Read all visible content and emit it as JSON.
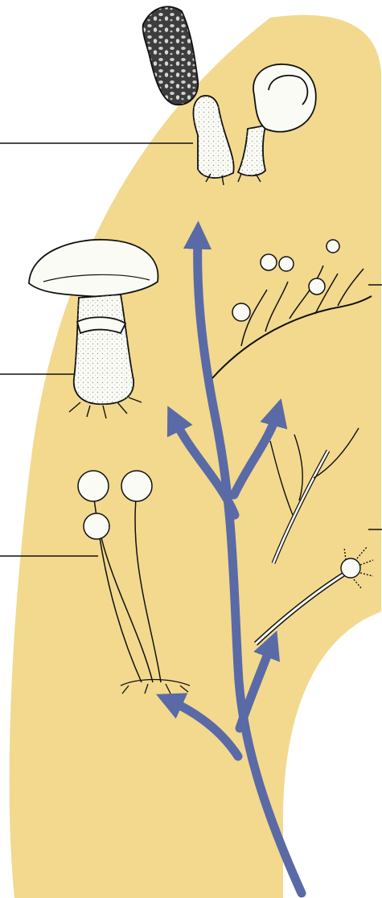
{
  "figure": {
    "background_color": "#ffffff",
    "leaf_color": "#f2d98e",
    "arrow_color": "#5a6aa6",
    "ink_color": "#1a1a1a",
    "fungus_fill": "#fbfbf6",
    "morel_cap_color": "#5c5c5c",
    "labels": []
  },
  "elements": {
    "leaf": "phylogeny-leaf-background",
    "arrows": "evolutionary-branch-arrows",
    "fungi": [
      "morel-and-cup-fungus",
      "gilled-mushroom",
      "pin-mold-sporangia",
      "branched-sporangial-mold",
      "conidial-mold-chains"
    ],
    "leader_lines": 5
  }
}
